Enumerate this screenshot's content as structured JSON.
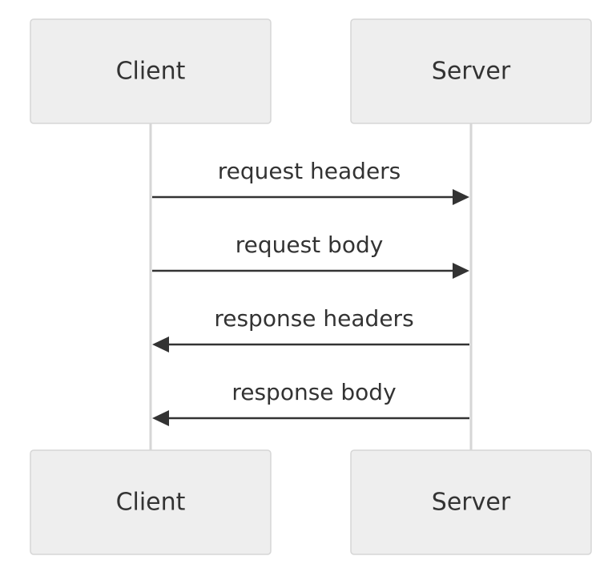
{
  "participants": {
    "client": {
      "label": "Client"
    },
    "server": {
      "label": "Server"
    }
  },
  "messages": [
    {
      "label": "request headers",
      "from": "client",
      "to": "server"
    },
    {
      "label": "request body",
      "from": "client",
      "to": "server"
    },
    {
      "label": "response headers",
      "from": "server",
      "to": "client"
    },
    {
      "label": "response body",
      "from": "server",
      "to": "client"
    }
  ],
  "colors": {
    "actor_fill": "#eeeeee",
    "actor_border": "#d6d6d6",
    "lifeline": "#d6d6d6",
    "arrow": "#333333",
    "text": "#333333"
  }
}
